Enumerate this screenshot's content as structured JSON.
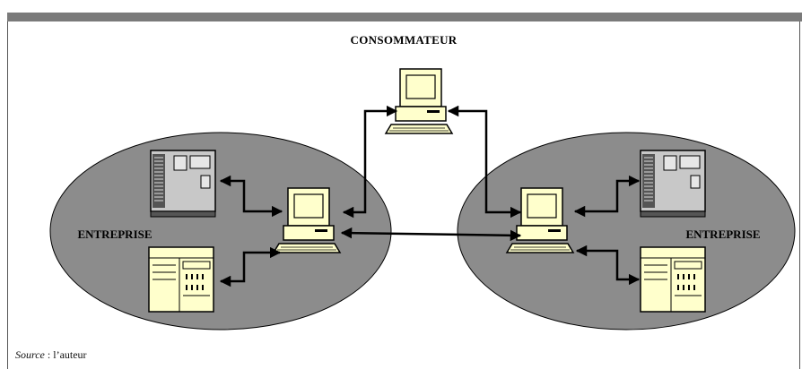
{
  "title": "CONSOMMATEUR",
  "left_group": {
    "label": "ENTREPRISE"
  },
  "right_group": {
    "label": "ENTREPRISE"
  },
  "source": {
    "prefix": "Source",
    "separator": " : ",
    "text": "l’auteur"
  },
  "colors": {
    "ellipse_fill": "#8c8c8c",
    "device_fill": "#ffffcc",
    "server_fill": "#c8c8c8",
    "header_bar": "#7a7a7a",
    "stroke": "#000000"
  },
  "icons": {
    "consumer": "computer-icon",
    "workstation": "computer-icon",
    "tower_server": "server-icon",
    "cabinet_server": "mainframe-icon"
  }
}
